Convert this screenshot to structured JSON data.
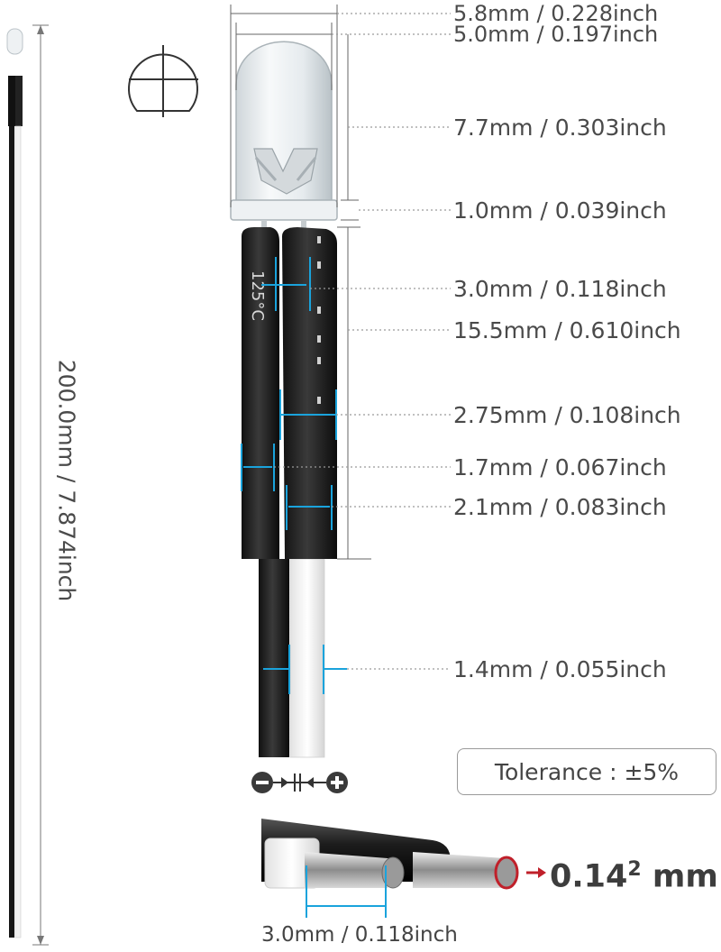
{
  "dimensions": {
    "lens_outer": "5.8mm / 0.228inch",
    "lens_inner": "5.0mm / 0.197inch",
    "lens_height": "7.7mm / 0.303inch",
    "rim": "1.0mm / 0.039inch",
    "wire_gap": "3.0mm / 0.118inch",
    "sleeve_length": "15.5mm / 0.610inch",
    "sleeve_outer": "2.75mm / 0.108inch",
    "sleeve_left": "1.7mm / 0.067inch",
    "sleeve_inner": "2.1mm / 0.083inch",
    "wire_diameter": "1.4mm / 0.055inch",
    "total_length": "200.0mm / 7.874inch"
  },
  "tolerance": "Tolerance : ±5%",
  "wire_area": {
    "value": "0.14",
    "exponent": "2",
    "unit": "mm"
  },
  "strip_length": "3.0mm / 0.118inch",
  "polarity": {
    "negative": "−",
    "positive": "+"
  },
  "colors": {
    "accent": "#1aa3dc",
    "label": "#4a4a4a",
    "arrow": "#c0202a"
  }
}
